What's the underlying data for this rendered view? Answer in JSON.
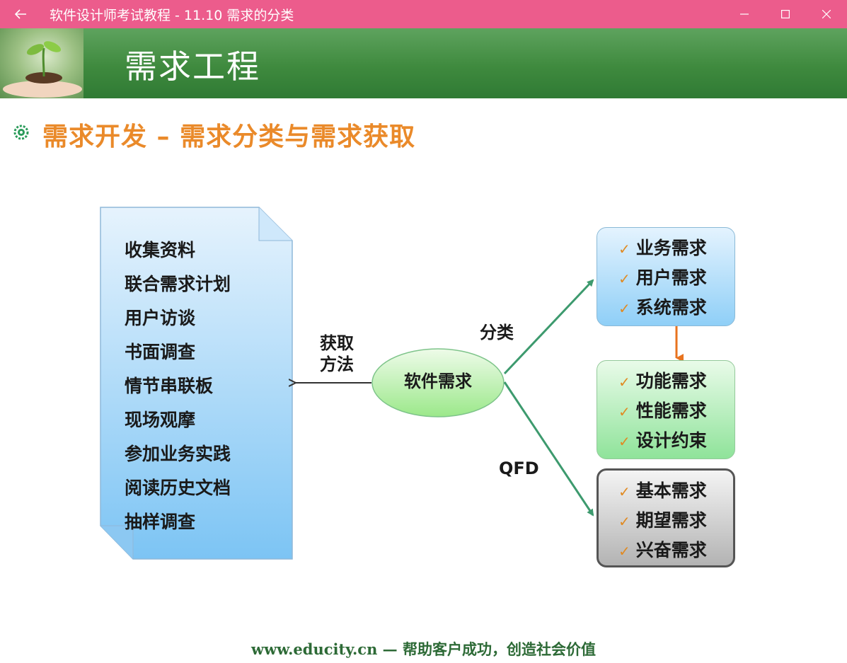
{
  "window": {
    "title": "软件设计师考试教程 - 11.10   需求的分类"
  },
  "slide": {
    "heading": "需求工程",
    "subtitle": "需求开发 – 需求分类与需求获取",
    "methods": [
      "收集资料",
      "联合需求计划",
      "用户访谈",
      "书面调查",
      "情节串联板",
      "现场观摩",
      "参加业务实践",
      "阅读历史文档",
      "抽样调查"
    ],
    "center": "软件需求",
    "acquire_label_1": "获取",
    "acquire_label_2": "方法",
    "classify_label": "分类",
    "qfd_label": "QFD",
    "box_blue": [
      "业务需求",
      "用户需求",
      "系统需求"
    ],
    "box_green": [
      "功能需求",
      "性能需求",
      "设计约束"
    ],
    "box_gray": [
      "基本需求",
      "期望需求",
      "兴奋需求"
    ],
    "checkmark": "✓",
    "footer": "www.educity.cn — 帮助客户成功，创造社会价值"
  },
  "colors": {
    "titlebar": "#ec5c8c",
    "subtitle": "#ea8a2a",
    "arrow_green": "#3d9a6e",
    "arrow_orange": "#e8731f"
  }
}
